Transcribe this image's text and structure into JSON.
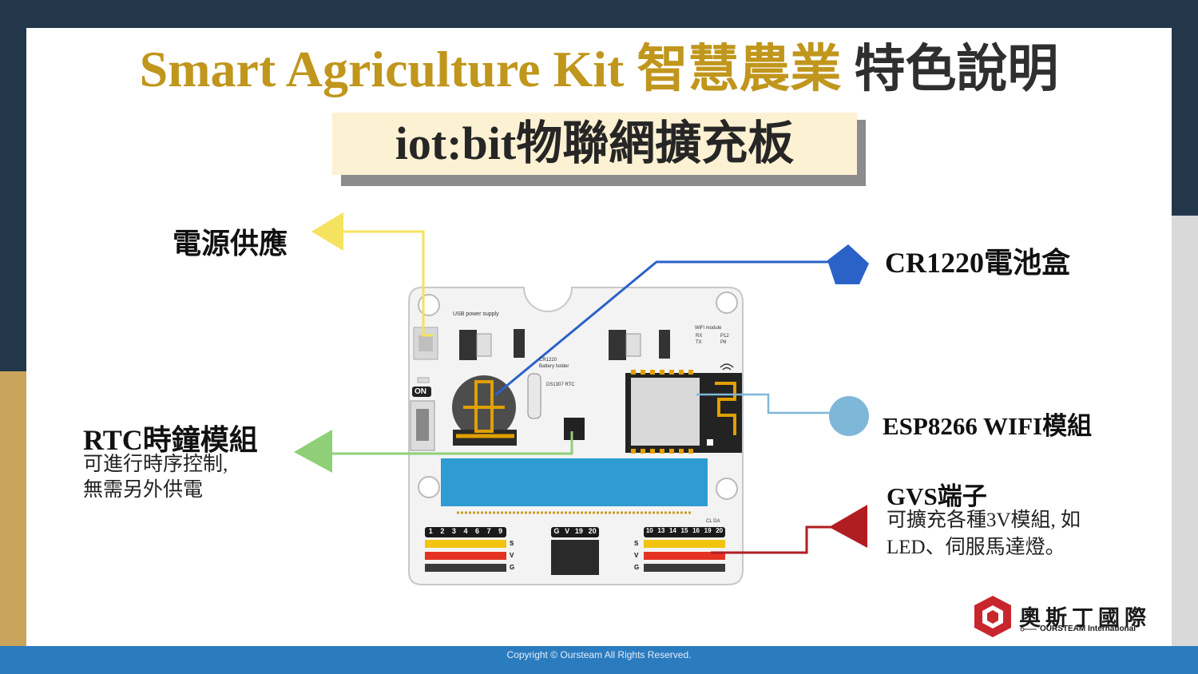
{
  "slide": {
    "title_en": "Smart Agriculture Kit ",
    "title_gold_cn": "智慧農業",
    "title_dark_cn": " 特色說明",
    "subtitle": "iot:bit物聯網擴充板"
  },
  "callouts": {
    "power": {
      "label": "電源供應",
      "color": "#f5e25e"
    },
    "battery": {
      "label": "CR1220電池盒",
      "color": "#2b62c8"
    },
    "wifi": {
      "label": "ESP8266 WIFI模組",
      "color": "#7fb7d9"
    },
    "rtc": {
      "label": "RTC時鐘模組",
      "line1": "可進行時序控制,",
      "line2": "無需另外供電",
      "color": "#8fcf78"
    },
    "gvs": {
      "label": "GVS端子",
      "line1": "可擴充各種3V模組, 如",
      "line2": "LED、伺服馬達燈。",
      "color": "#b01e22"
    }
  },
  "board": {
    "usb_label": "USB power supply",
    "on_label": "ON",
    "cr_label1": "CR1220",
    "cr_label2": "Battery holder",
    "rtc_label": "DS1307 RTC",
    "wifi_label": "WiFi module",
    "rx": "RX",
    "tx": "TX",
    "p12": "P12",
    "p8": "P8",
    "cl_da": "CL DA",
    "pins_left": [
      "1",
      "2",
      "3",
      "4",
      "6",
      "7",
      "9"
    ],
    "pins_mid": [
      "G",
      "V",
      "19",
      "20"
    ],
    "pins_right": [
      "10",
      "13",
      "14",
      "15",
      "16",
      "19",
      "20"
    ],
    "row_s": "S",
    "row_v": "V",
    "row_g": "G"
  },
  "logo": {
    "name_cn": "奧斯丁國際",
    "name_en": "OURSTEAM International"
  },
  "footer": {
    "copyright": "Copyright © Oursteam All Rights Reserved."
  }
}
